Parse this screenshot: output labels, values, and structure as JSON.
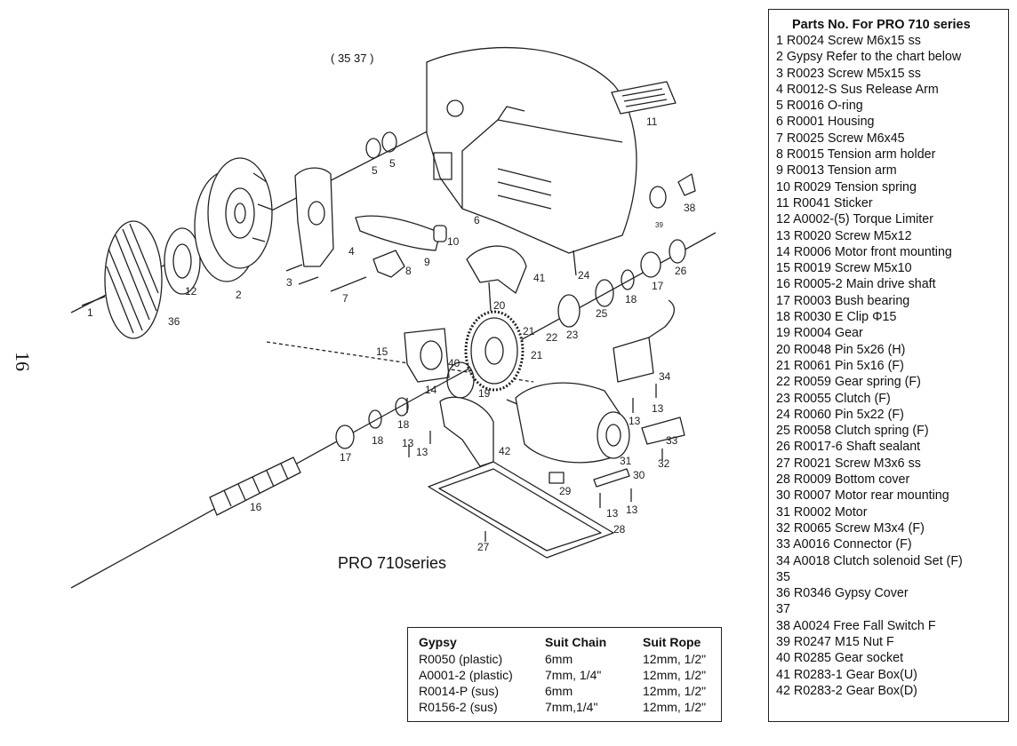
{
  "page_number": "16",
  "top_note": "( 35 37     )",
  "diagram_caption": "PRO 710series",
  "diagram_callouts": [
    "1",
    "2",
    "3",
    "4",
    "5",
    "5",
    "6",
    "7",
    "8",
    "9",
    "10",
    "11",
    "12",
    "13",
    "13",
    "13",
    "13",
    "13",
    "13",
    "14",
    "15",
    "16",
    "17",
    "17",
    "18",
    "18",
    "18",
    "19",
    "20",
    "21",
    "21",
    "22",
    "23",
    "24",
    "25",
    "26",
    "27",
    "28",
    "29",
    "30",
    "31",
    "32",
    "33",
    "34",
    "36",
    "38",
    "39",
    "40",
    "41",
    "42"
  ],
  "parts_title": "Parts No. For PRO 710 series",
  "parts": [
    "1  R0024  Screw M6x15 ss",
    "2  Gypsy   Refer to the chart below",
    "3  R0023  Screw M5x15 ss",
    "4  R0012-S   Sus Release Arm",
    "5  R0016  O-ring",
    "6  R0001  Housing",
    "7  R0025  Screw M6x45",
    "8  R0015  Tension arm holder",
    "9  R0013  Tension arm",
    "10 R0029  Tension spring",
    "11 R0041  Sticker",
    "12 A0002-(5)  Torque Limiter",
    "13 R0020  Screw M5x12",
    "14 R0006  Motor front mounting",
    "15 R0019  Screw M5x10",
    "16 R0005-2   Main drive shaft",
    "17 R0003  Bush bearing",
    "18 R0030  E Clip Φ15",
    "19 R0004  Gear",
    "20 R0048  Pin 5x26    (H)",
    "21 R0061  Pin 5x16    (F)",
    "22 R0059  Gear spring    (F)",
    "23 R0055  Clutch    (F)",
    "24 R0060  Pin 5x22    (F)",
    "25 R0058  Clutch spring (F)",
    "26 R0017-6    Shaft sealant",
    "27 R0021  Screw M3x6 ss",
    "28 R0009  Bottom cover",
    "30 R0007  Motor rear mounting",
    "31 R0002  Motor",
    "32 R0065  Screw M3x4  (F)",
    "33 A0016  Connector   (F)",
    "34 A0018  Clutch solenoid Set  (F)",
    "35",
    "36 R0346   Gypsy Cover",
    "37",
    "38 A0024  Free Fall Switch      F",
    "39 R0247  M15 Nut    F",
    "40 R0285  Gear socket",
    "41 R0283-1    Gear Box(U)",
    "42 R0283-2    Gear Box(D)"
  ],
  "gypsy_table": {
    "headers": [
      "Gypsy",
      "Suit Chain",
      "Suit Rope"
    ],
    "rows": [
      [
        "R0050 (plastic)",
        "6mm",
        "12mm, 1/2\""
      ],
      [
        "A0001-2 (plastic)",
        "7mm, 1/4\"",
        "12mm, 1/2\""
      ],
      [
        "R0014-P (sus)",
        "6mm",
        "12mm, 1/2\""
      ],
      [
        "R0156-2 (sus)",
        "7mm,1/4\"",
        "12mm, 1/2\""
      ]
    ]
  },
  "colors": {
    "ink": "#222222",
    "background": "#ffffff"
  }
}
